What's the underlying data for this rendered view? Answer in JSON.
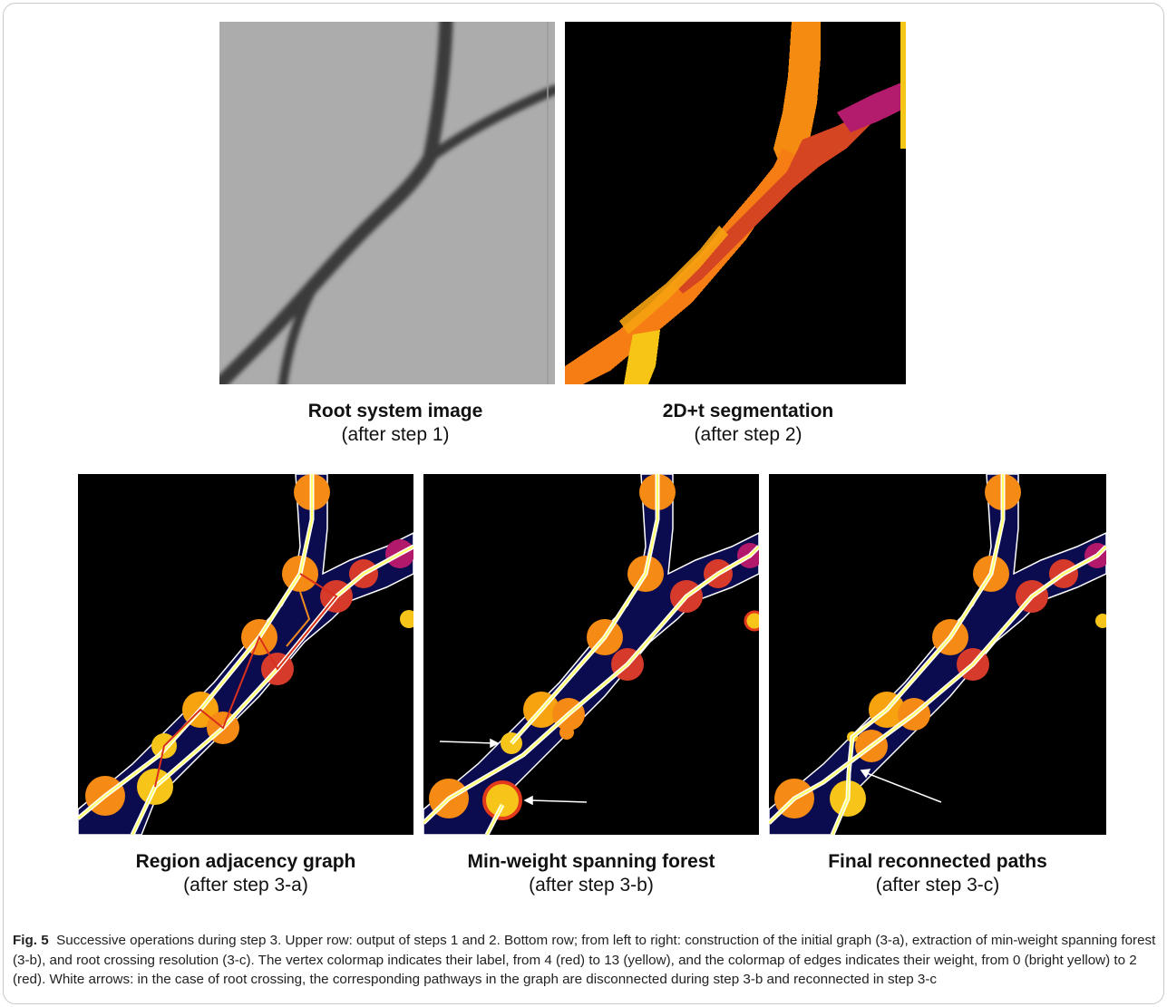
{
  "panels": {
    "root_image": {
      "title": "Root system image",
      "subtitle": "(after step 1)"
    },
    "segmentation": {
      "title": "2D+t segmentation",
      "subtitle": "(after step 2)"
    },
    "adjacency": {
      "title": "Region adjacency graph",
      "subtitle": "(after step 3-a)"
    },
    "spanning": {
      "title": "Min-weight spanning forest",
      "subtitle": "(after step 3-b)"
    },
    "reconnected": {
      "title": "Final reconnected paths",
      "subtitle": "(after step 3-c)"
    }
  },
  "figure_caption": {
    "label": "Fig. 5",
    "text": "Successive operations during step 3. Upper row: output of steps 1 and 2. Bottom row; from left to right: construction of the initial graph (3-a), extraction of min-weight spanning forest (3-b), and root crossing resolution (3-c). The vertex colormap indicates their label, from 4 (red) to 13 (yellow), and the colormap of edges indicates their weight, from 0 (bright yellow) to 2 (red). White arrows: in the case of root crossing, the corresponding pathways in the graph are disconnected during step 3-b and reconnected in step 3-c"
  },
  "colors": {
    "background": "#000000",
    "region_fill": "#0b0b50",
    "vertex_orange": "#f58a14",
    "vertex_red": "#d63a2a",
    "vertex_magenta": "#b3196b",
    "vertex_yellow": "#f7c51a",
    "edge_yellow": "#ffff66",
    "edge_red": "#d8301c"
  }
}
